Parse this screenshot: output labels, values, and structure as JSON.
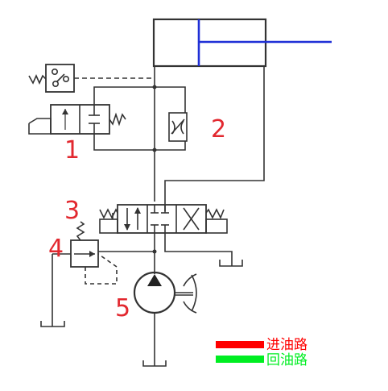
{
  "colors": {
    "line": "#333333",
    "piston_rod": "#1f2fd6",
    "label": "#e2282f",
    "supply": "#ff0000",
    "return": "#00ee22"
  },
  "labels": {
    "l1": "1",
    "l2": "2",
    "l3": "3",
    "l4": "4",
    "l5": "5"
  },
  "legend": {
    "supply_text": "进油路",
    "return_text": "回油路"
  }
}
